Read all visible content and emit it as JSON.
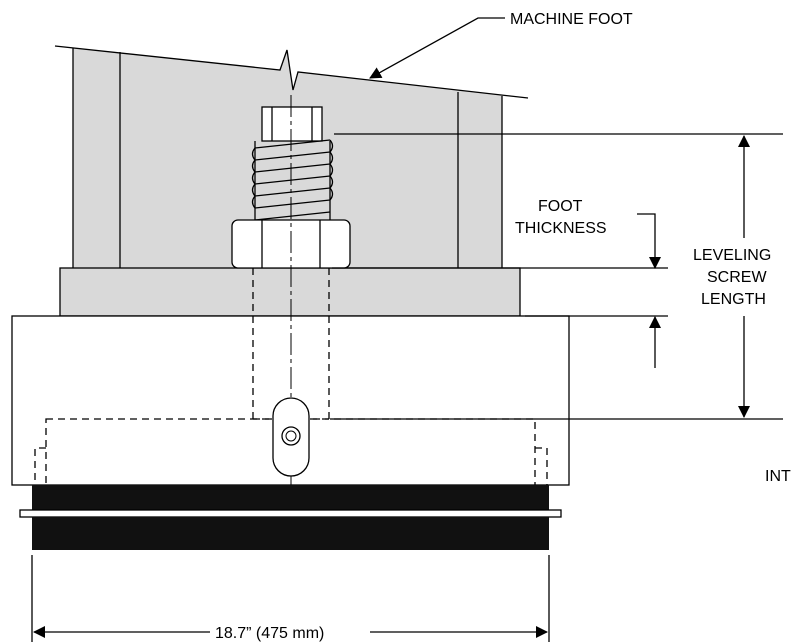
{
  "labels": {
    "machine_foot": "MACHINE FOOT",
    "foot_thickness_line1": "FOOT",
    "foot_thickness_line2": "THICKNESS",
    "leveling_line1": "LEVELING",
    "leveling_line2": "SCREW",
    "leveling_line3": "LENGTH",
    "int_partial": "INT",
    "width_dimension": "18.7” (475 mm)"
  },
  "colors": {
    "machine_foot_fill": "#d9d9d9",
    "base_plate_fill": "#d9d9d9",
    "pad_fill": "#111111",
    "line": "#000000"
  }
}
